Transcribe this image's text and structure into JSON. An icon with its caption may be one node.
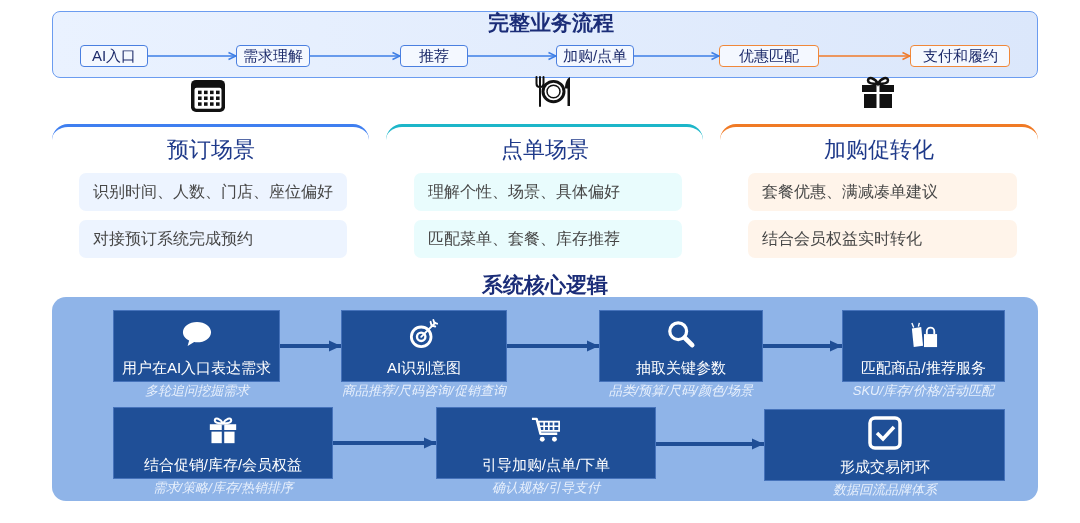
{
  "diagram": {
    "nodes": [
      {
        "text": [
          "完整业务流程"
        ]
      },
      {
        "text": [
          "AI入口"
        ],
        "in": 0
      },
      {
        "text": [
          "需求理解"
        ],
        "in": 0
      },
      {
        "text": [
          "推荐"
        ],
        "in": 0
      },
      {
        "text": [
          "加购/点单"
        ],
        "in": 0
      },
      {
        "text": [
          "优惠匹配"
        ],
        "in": 0
      },
      {
        "text": [
          "支付和履约"
        ],
        "in": 0
      },
      {
        "text": [
          "预订场景"
        ]
      },
      {
        "text": [
          "识别时间、人数、门店、座位偏好"
        ],
        "in": 7
      },
      {
        "text": [
          "对接预订系统完成预约"
        ],
        "in": 7
      },
      {
        "text": [
          "点单场景"
        ]
      },
      {
        "text": [
          "理解个性、场景、具体偏好"
        ],
        "in": 10
      },
      {
        "text": [
          "匹配菜单、套餐、库存推荐"
        ],
        "in": 10
      },
      {
        "text": [
          "加购促转化"
        ]
      },
      {
        "text": [
          "套餐优惠、满减凑单建议"
        ],
        "in": 13
      },
      {
        "text": [
          "结合会员权益实时转化"
        ],
        "in": 13
      },
      {
        "text": [
          "系统核心逻辑"
        ]
      },
      {
        "text": [
          "用户在AI入口表达需求"
        ],
        "in": 16,
        "beside": [
          "多轮追问挖掘需求"
        ]
      },
      {
        "text": [
          "AI识别意图"
        ],
        "in": 16,
        "beside": [
          "商品推荐/尺码咨询/促销查询"
        ]
      },
      {
        "text": [
          "抽取关键参数"
        ],
        "in": 16,
        "beside": [
          "品类/预算/尺码/颜色/场景"
        ]
      },
      {
        "text": [
          "匹配商品/推荐服务"
        ],
        "in": 16,
        "beside": [
          "SKU/库存/价格/活动匹配"
        ]
      },
      {
        "text": [
          "结合促销/库存/会员权益"
        ],
        "in": 16,
        "beside": [
          "需求/策略/库存/热销排序"
        ]
      },
      {
        "text": [
          "引导加购/点单/下单"
        ],
        "in": 16,
        "beside": [
          "确认规格/引导支付"
        ]
      },
      {
        "text": [
          "形成交易闭环"
        ],
        "in": 16,
        "beside": [
          "数据回流品牌体系"
        ]
      }
    ],
    "edges": [
      {
        "from": 1,
        "to": 2,
        "arrow": "to",
        "color": "#3d7ee6"
      },
      {
        "from": 2,
        "to": 3,
        "arrow": "to",
        "color": "#3d7ee6"
      },
      {
        "from": 3,
        "to": 4,
        "arrow": "to",
        "color": "#3d7ee6"
      },
      {
        "from": 4,
        "to": 5,
        "arrow": "to",
        "color": "#3d7ee6"
      },
      {
        "from": 5,
        "to": 6,
        "arrow": "to",
        "color": "#f07a2a"
      },
      {
        "from": 17,
        "to": 18,
        "arrow": "to",
        "style": "thick"
      },
      {
        "from": 18,
        "to": 19,
        "arrow": "to",
        "style": "thick"
      },
      {
        "from": 19,
        "to": 20,
        "arrow": "to",
        "style": "thick"
      },
      {
        "from": 21,
        "to": 22,
        "arrow": "to",
        "style": "thick"
      },
      {
        "from": 22,
        "to": 23,
        "arrow": "to",
        "style": "thick"
      }
    ]
  }
}
